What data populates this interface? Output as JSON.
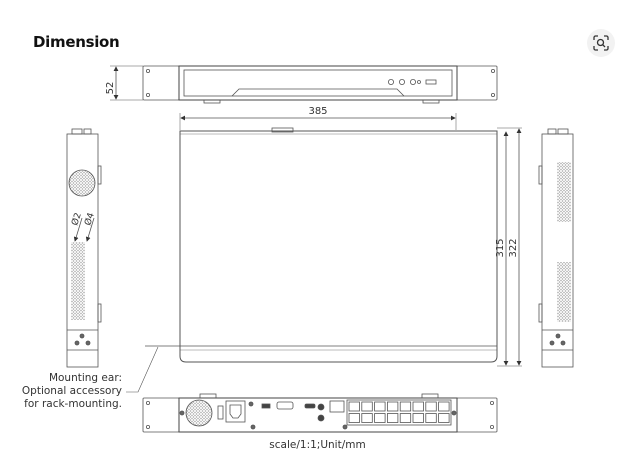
{
  "heading": "Dimension",
  "zoom_button": {
    "icon": "zoom-search-icon"
  },
  "dimensions": {
    "height": "52",
    "width": "385",
    "depth_body": "315",
    "depth_total": "322",
    "hole_small": "Ø2",
    "hole_large": "Ø4"
  },
  "mounting_note": [
    "Mounting ear:",
    "Optional accessory",
    "for rack-mounting."
  ],
  "caption": "scale/1:1;Unit/mm",
  "colors": {
    "line": "#555555",
    "text": "#333333",
    "button_bg": "#f2f2f2"
  }
}
